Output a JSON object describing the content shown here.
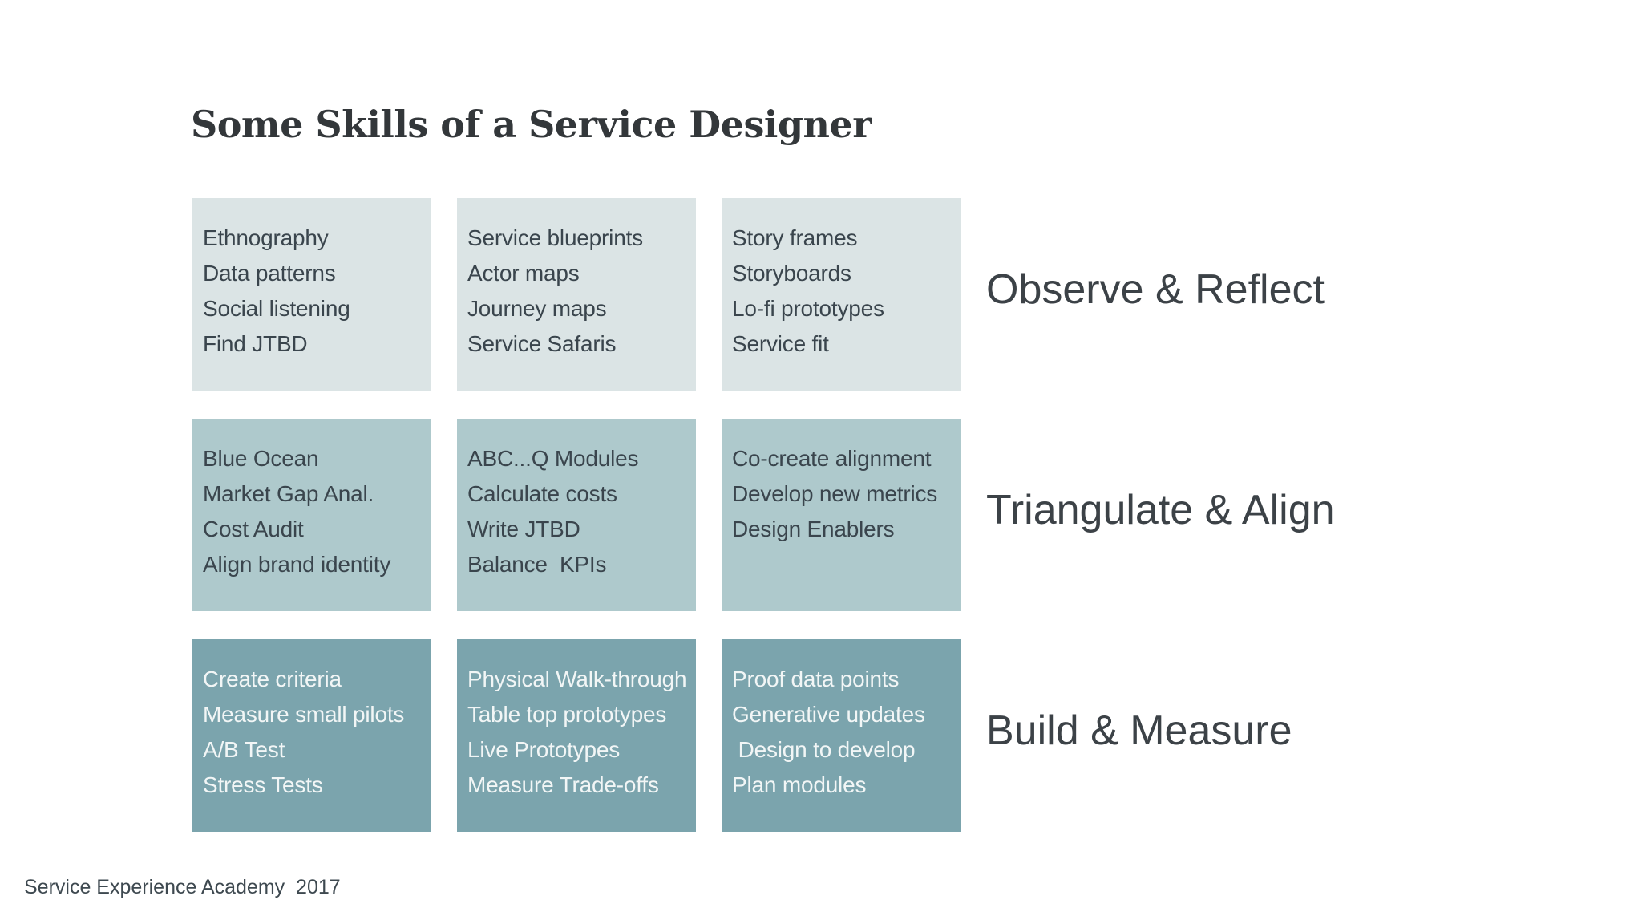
{
  "slide": {
    "title": "Some Skills of a Service Designer",
    "footer": "Service Experience Academy  2017",
    "colors": {
      "background": "#ffffff",
      "row_observe_bg": "#dbe4e5",
      "row_triangulate_bg": "#aec9cc",
      "row_build_bg": "#7ba4ad",
      "text_dark": "#3a454d",
      "text_light": "#f2f6f6",
      "title_color": "#33373a",
      "label_color": "#3c4247"
    },
    "rows": [
      {
        "label": "Observe & Reflect",
        "boxes": [
          {
            "items": [
              "Ethnography",
              "Data patterns",
              "Social listening",
              "Find JTBD"
            ]
          },
          {
            "items": [
              "Service blueprints",
              "Actor maps",
              "Journey maps",
              "Service Safaris"
            ]
          },
          {
            "items": [
              "Story frames",
              "Storyboards",
              "Lo-fi prototypes",
              "Service fit"
            ]
          }
        ]
      },
      {
        "label": "Triangulate & Align",
        "boxes": [
          {
            "items": [
              "Blue Ocean",
              "Market Gap Anal.",
              "Cost Audit",
              "Align brand identity"
            ]
          },
          {
            "items": [
              "ABC...Q Modules",
              "Calculate costs",
              "Write JTBD",
              "Balance  KPIs"
            ]
          },
          {
            "items": [
              "Co-create alignment",
              "Develop new metrics",
              "Design Enablers",
              ""
            ]
          }
        ]
      },
      {
        "label": "Build & Measure",
        "boxes": [
          {
            "items": [
              "Create criteria",
              "Measure small pilots",
              "A/B Test",
              "Stress Tests"
            ]
          },
          {
            "items": [
              "Physical Walk-through",
              "Table top prototypes",
              "Live Prototypes",
              "Measure Trade-offs"
            ]
          },
          {
            "items": [
              "Proof data points",
              "Generative updates",
              " Design to develop",
              "Plan modules"
            ]
          }
        ]
      }
    ]
  }
}
